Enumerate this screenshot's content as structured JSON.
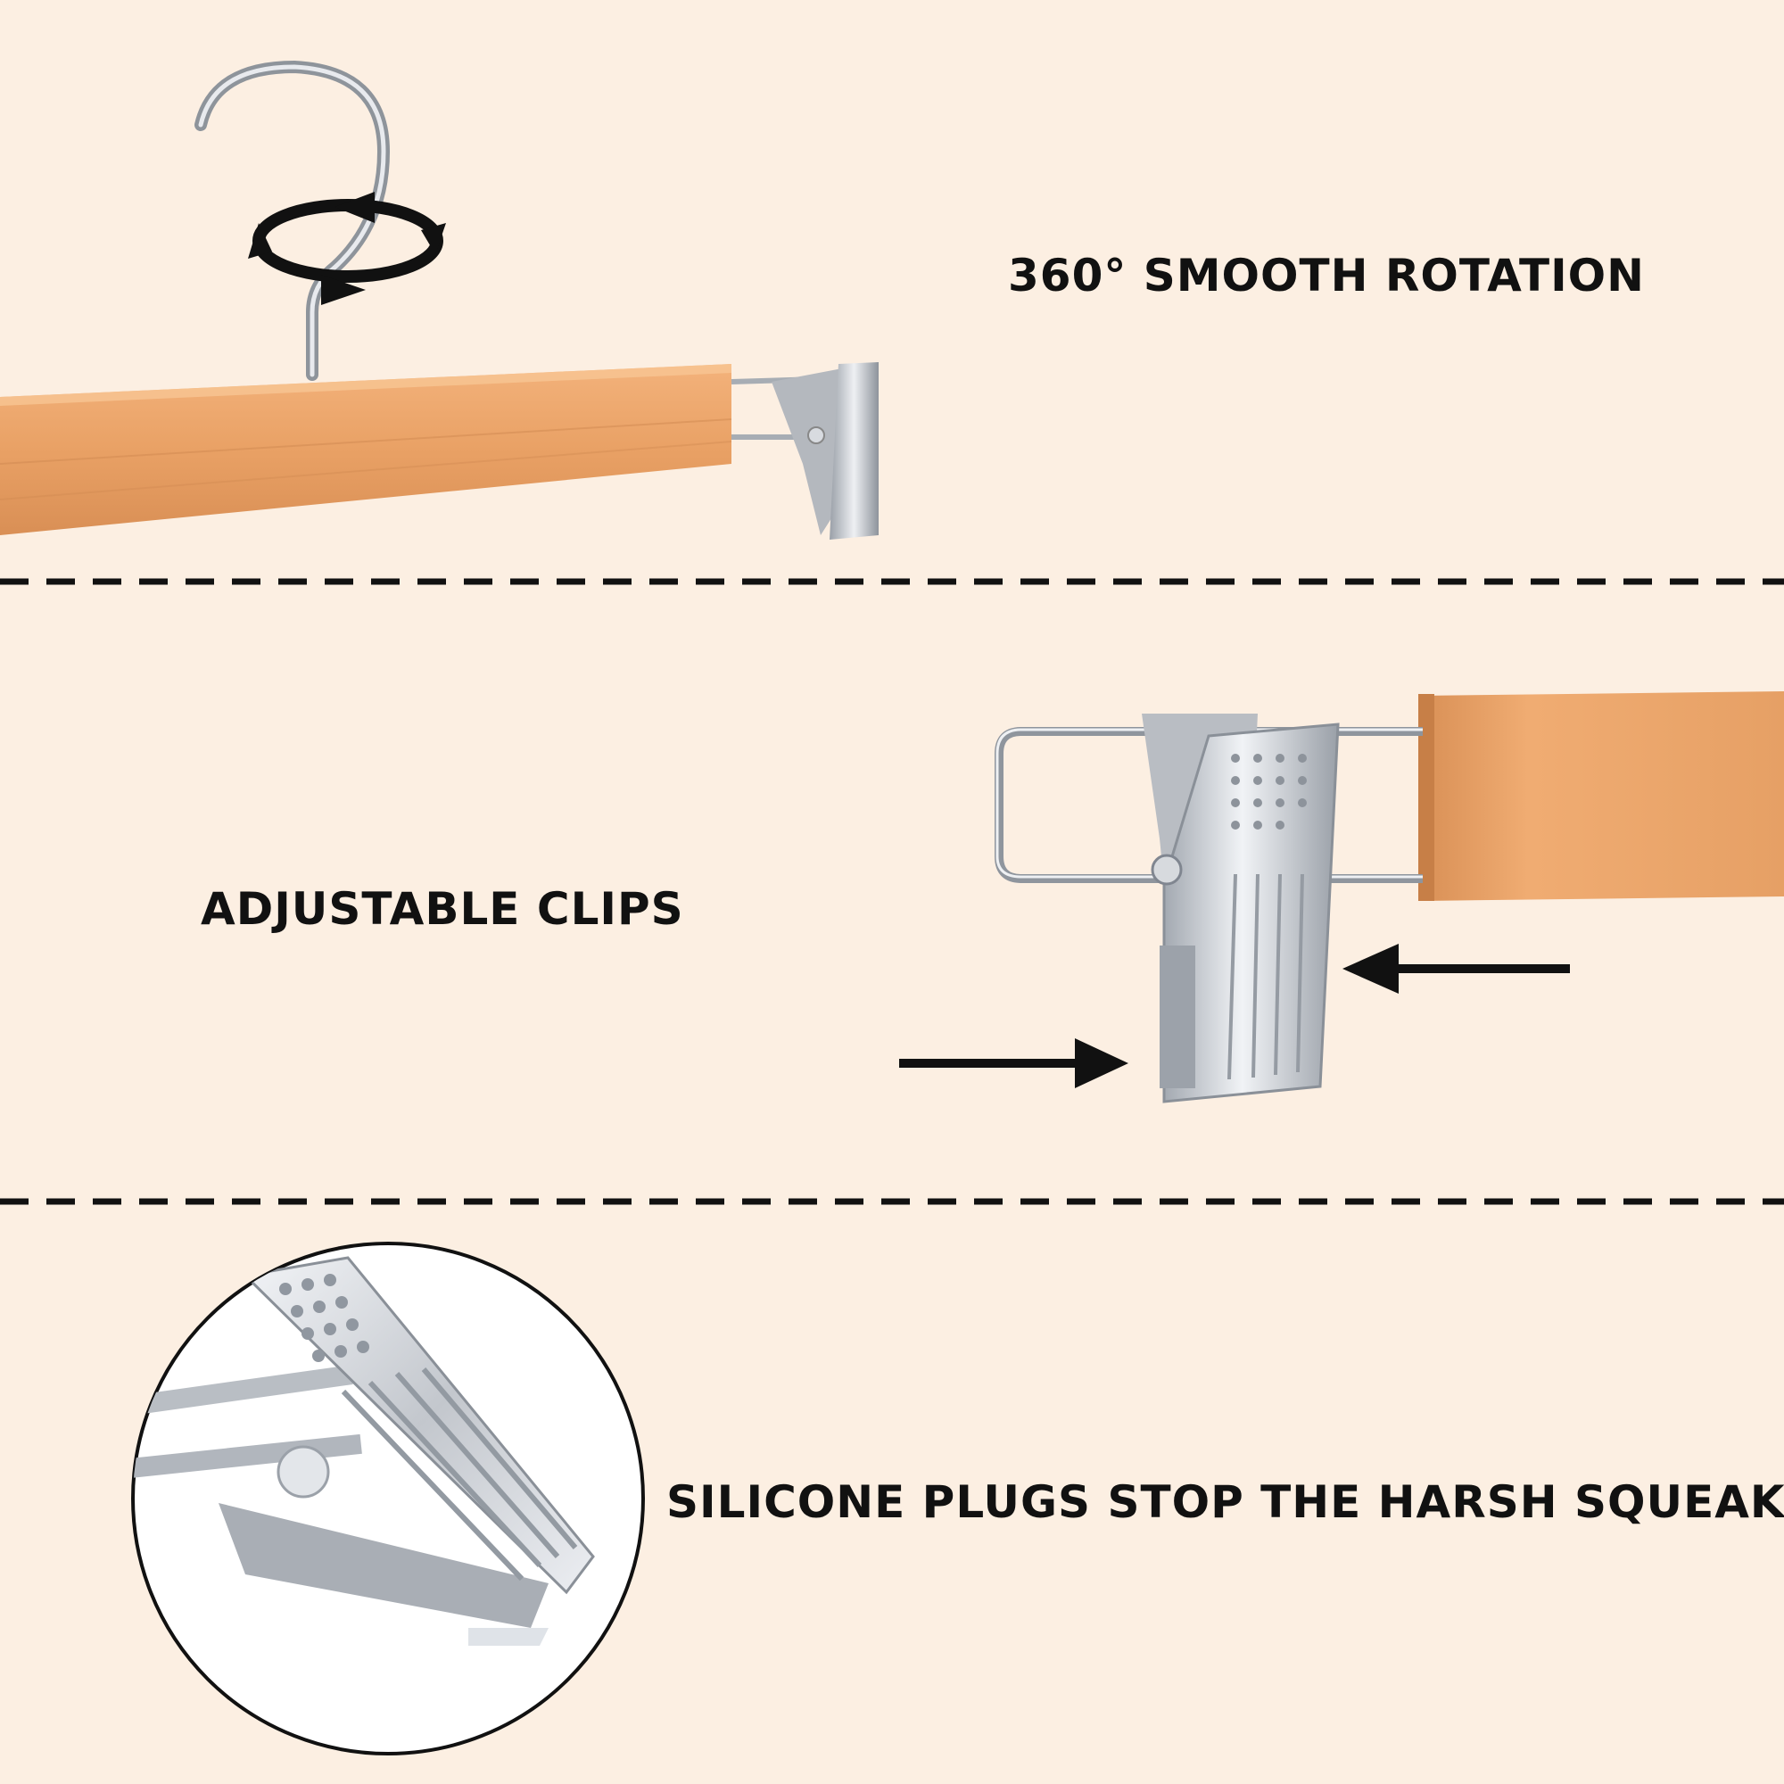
{
  "background_color": "#fcefe2",
  "accent_colors": {
    "wood": "#e9a46c",
    "metal": "#c9ccd1",
    "text": "#111111"
  },
  "features": [
    {
      "text": "360° SMOOTH ROTATION",
      "icon": "rotation-arrows-icon"
    },
    {
      "text": "ADJUSTABLE CLIPS",
      "icon": "squeeze-arrows-icon"
    },
    {
      "text": "SILICONE PLUGS STOP THE HARSH SQUEAK",
      "icon": "clip-closeup-image"
    }
  ]
}
